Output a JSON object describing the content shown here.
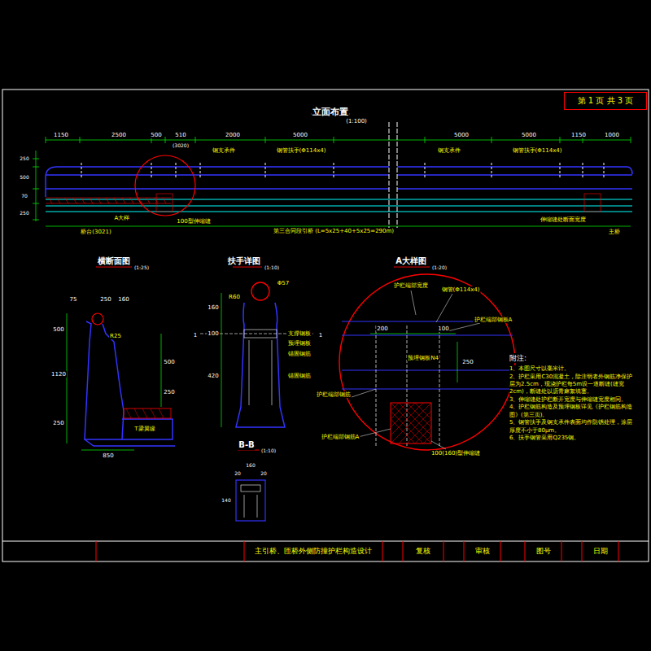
{
  "diagram": {
    "title": "立面布置",
    "nodes": [
      {
        "text": [
          "第 1 页   共 3 页"
        ]
      },
      {
        "text": [
          "主引桥、匝桥外侧防撞护栏构造设计"
        ]
      },
      {
        "text": [
          "复核"
        ]
      },
      {
        "text": [
          "审核"
        ]
      },
      {
        "text": [
          "图号"
        ]
      },
      {
        "text": [
          "日期"
        ]
      }
    ],
    "labels": [
      "(1:100)",
      "1150",
      "2500",
      "500",
      "510",
      "(3020)",
      "2000",
      "5000",
      "5000",
      "5000",
      "1150",
      "1000",
      "钢支承件",
      "钢管扶手(Φ114x4)",
      "钢支承件",
      "钢管扶手(Φ114x4)",
      "A大样",
      "100型伸缩缝",
      "伸缩缝处断面宽度",
      "桥台(3021)",
      "第三合同段引桥 (L=5x25+40+5x25=290m)",
      "主桥",
      "250",
      "500",
      "70",
      "250",
      "横断面图",
      "(1:25)",
      "75",
      "250",
      "160",
      "500",
      "1120",
      "250",
      "R25",
      "500",
      "250",
      "T梁翼缘",
      "850",
      "扶手详图",
      "(1:10)",
      "Φ57",
      "R60",
      "160",
      "100",
      "420",
      "支撑钢板",
      "预埋钢板",
      "锚固钢筋",
      "锚固钢筋",
      "1",
      "1",
      "B-B",
      "(1:10)",
      "20",
      "160",
      "20",
      "140",
      "A大样图",
      "(1:20)",
      "护栏端部宽度",
      "钢管(Φ114x4)",
      "护栏端部钢板A",
      "200",
      "100",
      "预埋钢板N4",
      "护栏端部钢筋",
      "护栏端部钢筋A",
      "100(160)型伸缩缝",
      "250",
      "附注:",
      "1、本图尺寸以毫米计。",
      "2、护栏采用C30混凝土，除注明者外钢筋净保护层为2.5cm，现浇护栏每5m设一道断缝(缝宽2cm)，断缝处以沥青麻絮填塞。",
      "3、伸缩缝处护栏断开宽度与伸缩缝宽度相同。",
      "4、护栏钢筋构造及预埋钢板详见《护栏钢筋构造图》(第三页)。",
      "5、钢管扶手及钢支承件表面均作防锈处理，涂层厚度不小于80μm。",
      "6、扶手钢管采用Q235钢。"
    ]
  }
}
